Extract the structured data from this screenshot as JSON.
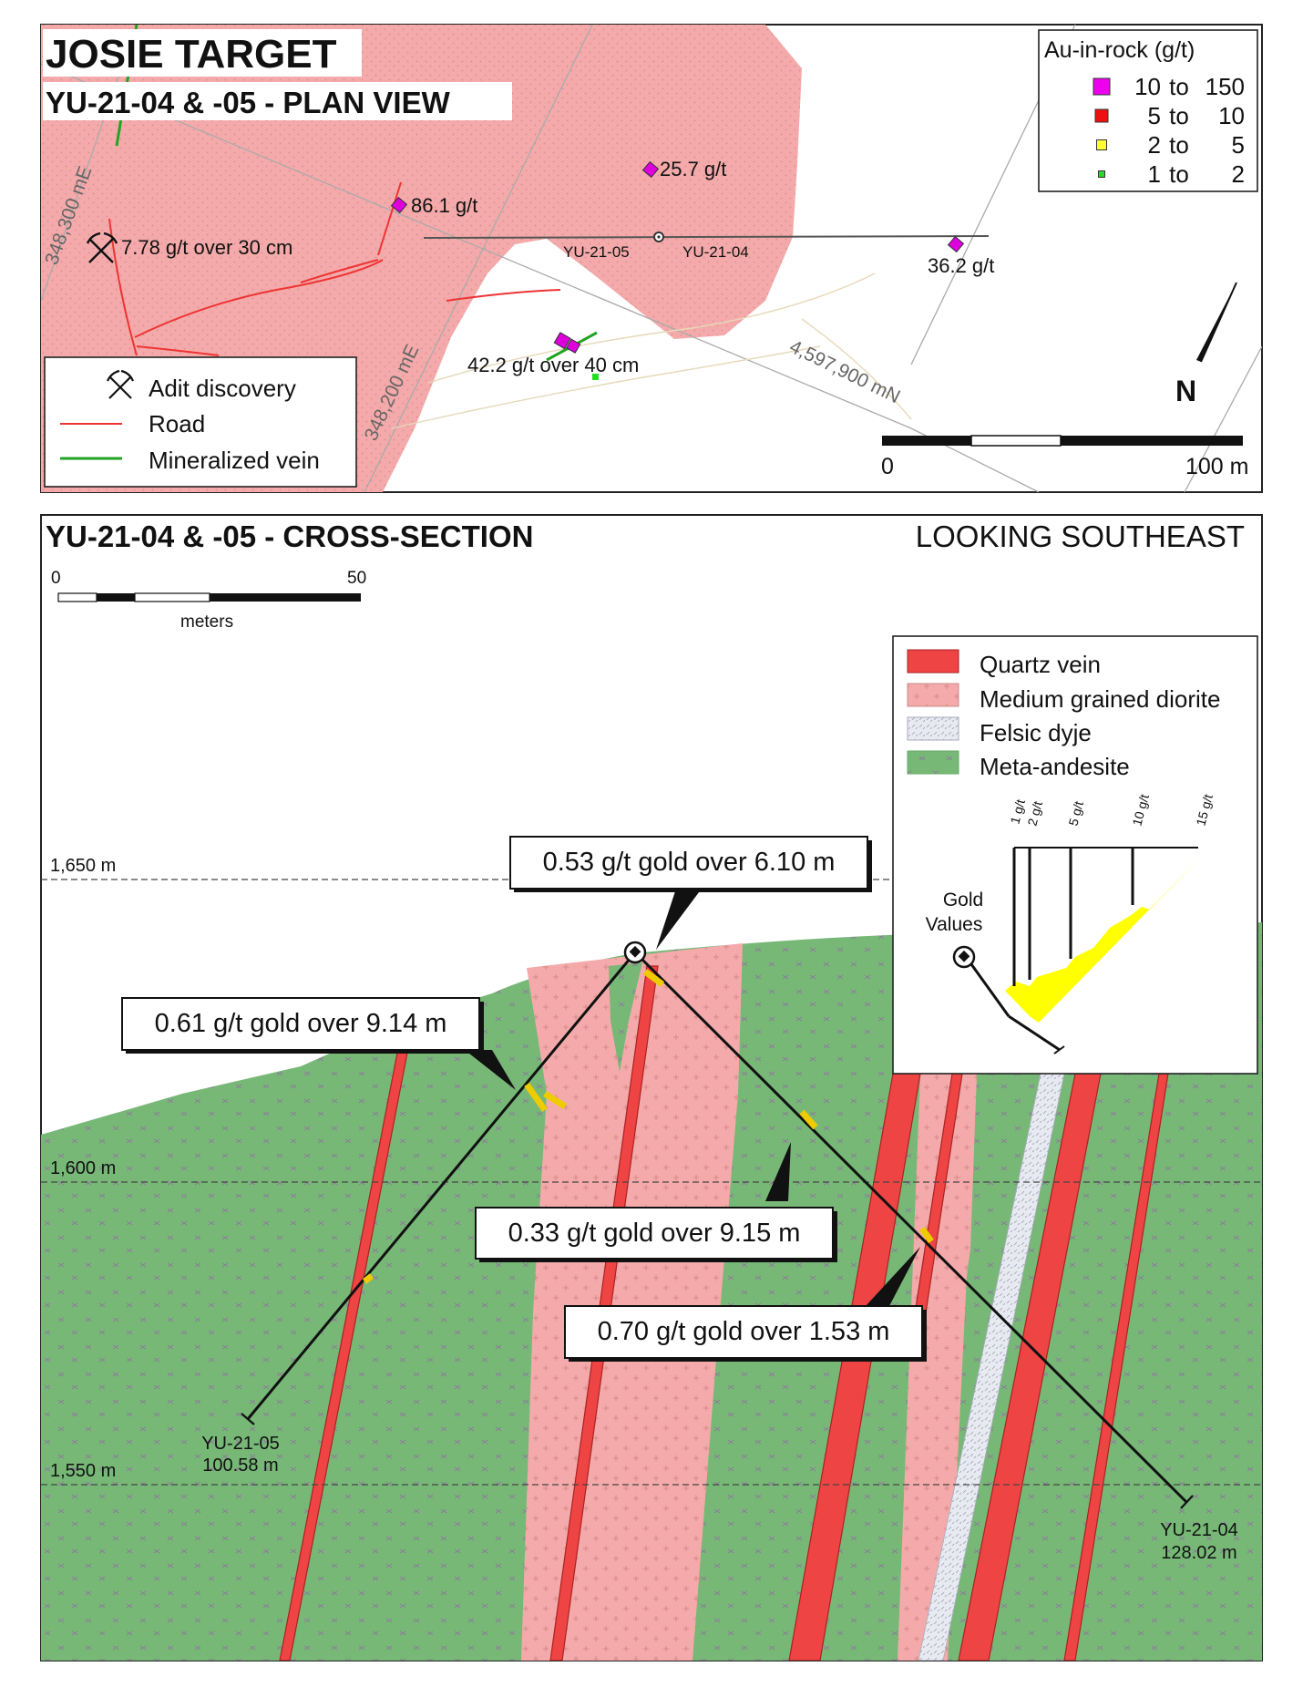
{
  "plan_view": {
    "title": "JOSIE TARGET",
    "subtitle": "YU-21-04 & -05 - PLAN VIEW",
    "grid_labels": {
      "easting_1": "348,300 mE",
      "easting_2": "348,200 mE",
      "northing": "4,597,900 mN"
    },
    "samples": [
      {
        "label": "25.7 g/t"
      },
      {
        "label": "86.1 g/t"
      },
      {
        "label": "36.2 g/t"
      },
      {
        "label": "42.2 g/t over 40 cm"
      }
    ],
    "adit_label": "7.78 g/t over 30 cm",
    "drill_labels": {
      "hole_05": "YU-21-05",
      "hole_04": "YU-21-04"
    },
    "au_legend": {
      "title": "Au-in-rock (g/t)",
      "rows": [
        {
          "lo": "10",
          "to": "to",
          "hi": "150",
          "color": "#ee00ee"
        },
        {
          "lo": "5",
          "to": "to",
          "hi": "10",
          "color": "#ee1111"
        },
        {
          "lo": "2",
          "to": "to",
          "hi": "5",
          "color": "#ffff33"
        },
        {
          "lo": "1",
          "to": "to",
          "hi": "2",
          "color": "#22dd22"
        }
      ]
    },
    "symbol_legend": {
      "adit": "Adit discovery",
      "road": "Road",
      "vein": "Mineralized vein"
    },
    "north_label": "N",
    "scale": {
      "start": "0",
      "end": "100 m"
    }
  },
  "cross_section": {
    "title": "YU-21-04 & -05 - CROSS-SECTION",
    "direction": "LOOKING SOUTHEAST",
    "scale": {
      "start": "0",
      "end": "50",
      "unit": "meters"
    },
    "elevations": [
      "1,650 m",
      "1,600 m",
      "1,550 m"
    ],
    "callouts": [
      "0.53 g/t gold over 6.10 m",
      "0.61 g/t gold over 9.14 m",
      "0.33 g/t gold over 9.15 m",
      "0.70 g/t gold over 1.53 m"
    ],
    "holes": [
      {
        "name": "YU-21-05",
        "depth": "100.58 m"
      },
      {
        "name": "YU-21-04",
        "depth": "128.02 m"
      }
    ],
    "legend": [
      {
        "label": "Quartz vein",
        "color": "#ee4444"
      },
      {
        "label": "Medium grained diorite",
        "color": "#f4aaaa"
      },
      {
        "label": "Felsic dyje",
        "color": "#e8eaf2"
      },
      {
        "label": "Meta-andesite",
        "color": "#77b877"
      }
    ],
    "gold_values": {
      "label_line1": "Gold",
      "label_line2": "Values",
      "ticks": [
        "1 g/t",
        "2 g/t",
        "5 g/t",
        "10 g/t",
        "15 g/t"
      ]
    }
  },
  "colors": {
    "diorite": "#f4aaaa",
    "andesite": "#77b877",
    "quartz": "#ee4444",
    "dyke": "#e8eaf2",
    "road": "#ee3333",
    "vein": "#22a322",
    "assay": "#ffff00"
  }
}
